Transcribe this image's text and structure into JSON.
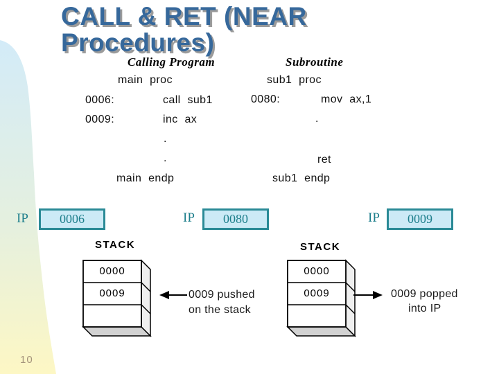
{
  "slide_number": "10",
  "title": {
    "line1": "CALL & RET (NEAR",
    "line2": "Procedures)"
  },
  "colors": {
    "title_blue": "#36689B",
    "title_shadow": "#9B9B9B",
    "teal": "#1E7F8C",
    "teal_border": "#2A8A96",
    "ip_box_fill": "#CCEAF6",
    "code_text": "#111111",
    "stack_side_fill": "#EFEFEF",
    "stack_bottom_fill": "#D2D2D2",
    "band_top": "#D3EBF8",
    "band_mid": "#E5F0DF",
    "band_bottom": "#FDF7C4",
    "slide_number_color": "#A5947C"
  },
  "program": {
    "calling_header": "Calling Program",
    "subroutine_header": "Subroutine",
    "main_proc": "main proc",
    "addr_0006": "0006:",
    "call_sub1": "call sub1",
    "addr_0009": "0009:",
    "inc_ax": "inc ax",
    "dot": ".",
    "main_endp": "main endp",
    "sub1_proc": "sub1 proc",
    "addr_0080": "0080:",
    "mov_ax_1": "mov ax,1",
    "ret": "ret",
    "sub1_endp": "sub1 endp"
  },
  "ip_registers": [
    {
      "label": "IP",
      "value": "0006"
    },
    {
      "label": "IP",
      "value": "0080"
    },
    {
      "label": "IP",
      "value": "0009"
    }
  ],
  "stacks": [
    {
      "title": "STACK",
      "cells": [
        "0000",
        "0009",
        ""
      ],
      "annotation_line1": "0009 pushed",
      "annotation_line2": "on the stack",
      "arrow_direction": "left"
    },
    {
      "title": "STACK",
      "cells": [
        "0000",
        "0009",
        ""
      ],
      "annotation_line1": "0009 popped",
      "annotation_line2": "into IP",
      "arrow_direction": "right"
    }
  ]
}
